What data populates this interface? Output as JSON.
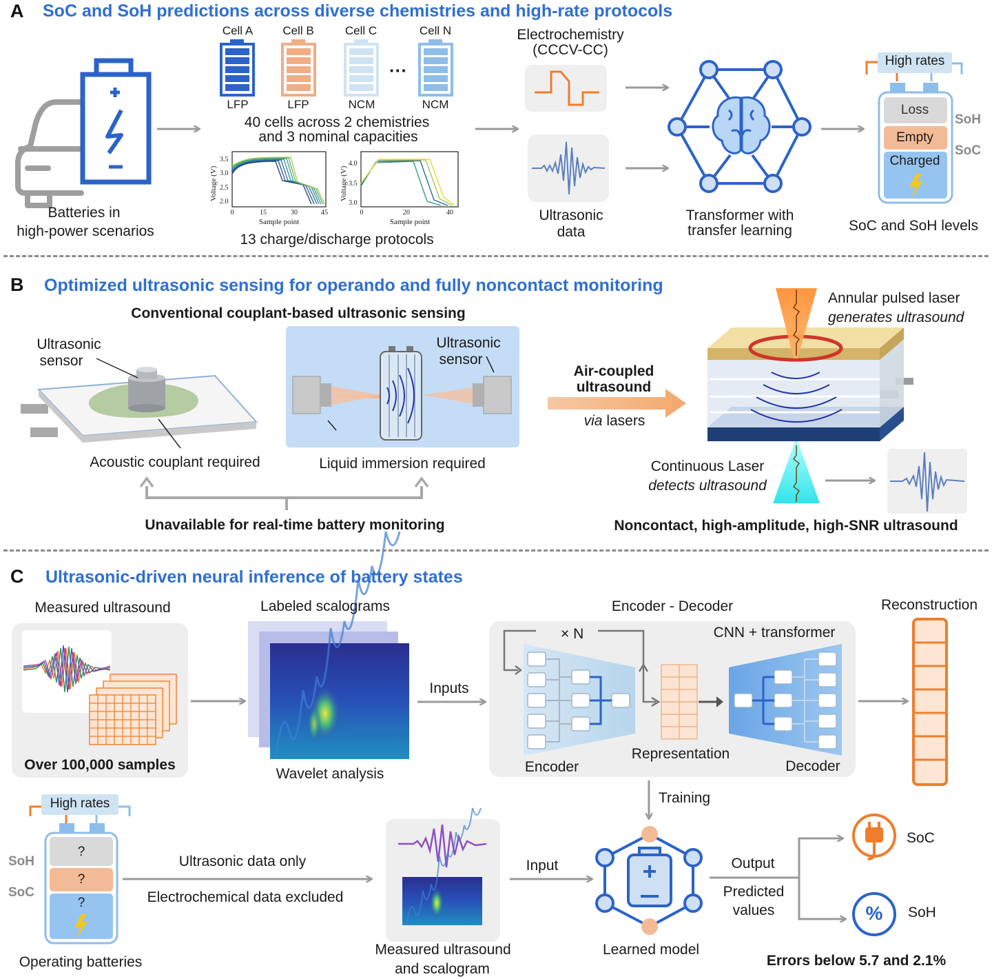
{
  "panel_a": {
    "letter": "A",
    "title": "SoC and SoH predictions across diverse chemistries and high-rate protocols",
    "battery_caption_1": "Batteries in",
    "battery_caption_2": "high-power scenarios",
    "cells": [
      {
        "name": "Cell A",
        "chem": "LFP"
      },
      {
        "name": "Cell B",
        "chem": "LFP"
      },
      {
        "name": "Cell C",
        "chem": "NCM"
      },
      {
        "name": "Cell N",
        "chem": "NCM"
      }
    ],
    "ellipsis": "···",
    "cells_caption_1": "40 cells across 2 chemistries",
    "cells_caption_2": "and 3 nominal capacities",
    "protocols_caption": "13 charge/discharge protocols",
    "plot1": {
      "ylabel": "Voltage (V)",
      "xlabel": "Sample point",
      "yticks": [
        "3.5",
        "3.0",
        "2.5",
        "2.0"
      ],
      "xticks": [
        "0",
        "15",
        "30",
        "45"
      ]
    },
    "plot2": {
      "ylabel": "Voltage (V)",
      "xlabel": "Sample point",
      "yticks": [
        "4.0",
        "3.5",
        "3.0"
      ],
      "xticks": [
        "0",
        "20",
        "40"
      ]
    },
    "electro_1": "Electrochemistry",
    "electro_2": "(CCCV-CC)",
    "ultra_1": "Ultrasonic",
    "ultra_2": "data",
    "transformer_1": "Transformer with",
    "transformer_2": "transfer learning",
    "high_rates": "High rates",
    "loss": "Loss",
    "empty": "Empty",
    "charged": "Charged",
    "soh": "SoH",
    "soc": "SoC",
    "levels_caption": "SoC and SoH levels"
  },
  "panel_b": {
    "letter": "B",
    "title": "Optimized ultrasonic sensing for operando and fully noncontact monitoring",
    "conventional_title": "Conventional couplant-based ultrasonic sensing",
    "sensor_1": "Ultrasonic",
    "sensor_2": "sensor",
    "sensor_b_1": "Ultrasonic",
    "sensor_b_2": "sensor",
    "couplant": "Acoustic couplant required",
    "immersion": "Liquid immersion required",
    "unavailable": "Unavailable for real-time battery monitoring",
    "air_1": "Air-coupled",
    "air_2": "ultrasound",
    "via": "via",
    "lasers": " lasers",
    "annular_1": "Annular pulsed laser",
    "annular_2": "generates ultrasound",
    "continuous_1": "Continuous Laser",
    "continuous_2": "detects ultrasound",
    "noncontact": "Noncontact, high-amplitude, high-SNR ultrasound"
  },
  "panel_c": {
    "letter": "C",
    "title": "Ultrasonic-driven neural inference of battery states",
    "measured": "Measured ultrasound",
    "samples": "Over 100,000 samples",
    "scalograms": "Labeled scalograms",
    "wavelet": "Wavelet analysis",
    "inputs": "Inputs",
    "encdec": "Encoder - Decoder",
    "xn": "× N",
    "cnn": "CNN + transformer",
    "encoder": "Encoder",
    "representation": "Representation",
    "decoder": "Decoder",
    "reconstruction": "Reconstruction",
    "training": "Training",
    "high_rates": "High rates",
    "q": "?",
    "soh": "SoH",
    "soc": "SoC",
    "operating": "Operating batteries",
    "ultra_only": "Ultrasonic data only",
    "electro_excluded": "Electrochemical data excluded",
    "input": "Input",
    "measured_scal_1": "Measured ultrasound",
    "measured_scal_2": "and scalogram",
    "learned": "Learned model",
    "output": "Output",
    "predicted_1": "Predicted",
    "predicted_2": "values",
    "out_soc": "SoC",
    "out_soh": "SoH",
    "percent": "%",
    "errors": "Errors below 5.7 and 2.1%"
  },
  "colors": {
    "title_blue": "#2f6fd1",
    "battery_blue": "#2b63c9",
    "orange": "#ef7d2c",
    "light_blue": "#a9cdee",
    "gray_arrow": "#9a9a9a"
  }
}
